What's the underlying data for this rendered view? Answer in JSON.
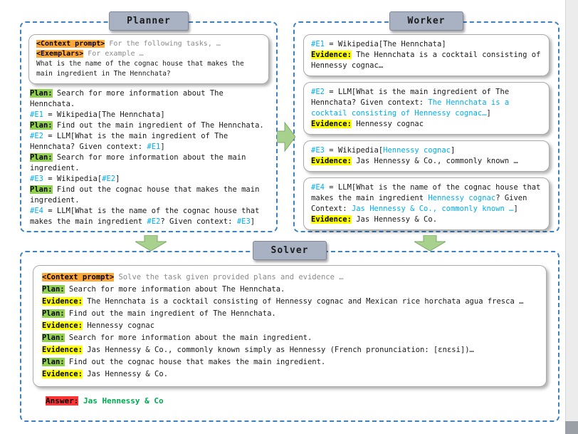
{
  "colors": {
    "border_blue": "#3B82C4",
    "title_bg": "#A9B2C3",
    "context_bg": "#FFA83A",
    "plan_bg": "#92D050",
    "evidence_bg": "#FFFF00",
    "evar_text": "#00AEEF",
    "answer_bg": "#FF3333",
    "answer_text": "#00A850",
    "arrow_green": "#A9D18E"
  },
  "planner": {
    "title": "Planner",
    "prompt_lines": [
      [
        {
          "text": "<Context prompt>",
          "style": "ctx"
        },
        {
          "text": " For the following tasks, …",
          "style": "muted"
        }
      ],
      [
        {
          "text": "<Exemplars>",
          "style": "ctx"
        },
        {
          "text": " For example …",
          "style": "muted"
        }
      ],
      [
        {
          "text": "What is the name of the cognac house that makes the main ingredient in The Hennchata?",
          "style": "q"
        }
      ]
    ],
    "body_lines": [
      [
        {
          "text": "Plan:",
          "style": "plan"
        },
        {
          "text": " Search for more information about The Hennchata.",
          "style": "plain"
        }
      ],
      [
        {
          "text": "#E1",
          "style": "evar"
        },
        {
          "text": " = Wikipedia[The Hennchata]",
          "style": "plain"
        }
      ],
      [
        {
          "text": "Plan:",
          "style": "plan"
        },
        {
          "text": " Find out the main ingredient of The Hennchata.",
          "style": "plain"
        }
      ],
      [
        {
          "text": "#E2",
          "style": "evar"
        },
        {
          "text": " = LLM[What is the main ingredient of The Hennchata? Given context: ",
          "style": "plain"
        },
        {
          "text": "#E1",
          "style": "evar"
        },
        {
          "text": "]",
          "style": "plain"
        }
      ],
      [
        {
          "text": "Plan:",
          "style": "plan"
        },
        {
          "text": " Search for more information about the main ingredient.",
          "style": "plain"
        }
      ],
      [
        {
          "text": "#E3",
          "style": "evar"
        },
        {
          "text": " = Wikipedia[",
          "style": "plain"
        },
        {
          "text": "#E2",
          "style": "evar"
        },
        {
          "text": "]",
          "style": "plain"
        }
      ],
      [
        {
          "text": "Plan:",
          "style": "plan"
        },
        {
          "text": " Find out the cognac house that makes the main ingredient.",
          "style": "plain"
        }
      ],
      [
        {
          "text": "#E4",
          "style": "evar"
        },
        {
          "text": " = LLM[What is the name of the cognac house that makes the main ingredient ",
          "style": "plain"
        },
        {
          "text": "#E2",
          "style": "evar"
        },
        {
          "text": "? Given context: ",
          "style": "plain"
        },
        {
          "text": "#E3",
          "style": "evar"
        },
        {
          "text": "]",
          "style": "plain"
        }
      ]
    ]
  },
  "worker": {
    "title": "Worker",
    "bubbles": [
      {
        "lines": [
          [
            {
              "text": "#E1",
              "style": "evar"
            },
            {
              "text": " = Wikipedia[The Hennchata]",
              "style": "plain"
            }
          ],
          [
            {
              "text": "Evidence:",
              "style": "ev"
            },
            {
              "text": " The Hennchata is a cocktail consisting of Hennessy cognac…",
              "style": "plain"
            }
          ]
        ]
      },
      {
        "lines": [
          [
            {
              "text": "#E2",
              "style": "evar"
            },
            {
              "text": " = LLM[What is the main ingredient of The Hennchata? Given context: ",
              "style": "plain"
            },
            {
              "text": "The Hennchata is a cocktail consisting of Hennessy cognac…",
              "style": "blue"
            },
            {
              "text": "]",
              "style": "plain"
            }
          ],
          [
            {
              "text": "Evidence:",
              "style": "ev"
            },
            {
              "text": " Hennessy cognac",
              "style": "plain"
            }
          ]
        ]
      },
      {
        "lines": [
          [
            {
              "text": "#E3",
              "style": "evar"
            },
            {
              "text": " = Wikipedia[",
              "style": "plain"
            },
            {
              "text": "Hennessy cognac",
              "style": "blue"
            },
            {
              "text": "]",
              "style": "plain"
            }
          ],
          [
            {
              "text": "Evidence:",
              "style": "ev"
            },
            {
              "text": " Jas Hennessy & Co., commonly known …",
              "style": "plain"
            }
          ]
        ]
      },
      {
        "lines": [
          [
            {
              "text": "#E4",
              "style": "evar"
            },
            {
              "text": " = LLM[What is the name of the cognac house that makes the main ingredient ",
              "style": "plain"
            },
            {
              "text": "Hennessy cognac",
              "style": "blue"
            },
            {
              "text": "? Given Context: ",
              "style": "plain"
            },
            {
              "text": "Jas Hennessy & Co., commonly known …",
              "style": "blue"
            },
            {
              "text": "]",
              "style": "plain"
            }
          ],
          [
            {
              "text": "Evidence:",
              "style": "ev"
            },
            {
              "text": " Jas Hennessy & Co.",
              "style": "plain"
            }
          ]
        ]
      }
    ]
  },
  "solver": {
    "title": "Solver",
    "bubble_lines": [
      [
        {
          "text": "<Context prompt>",
          "style": "ctx"
        },
        {
          "text": " Solve the task given provided plans and evidence …",
          "style": "muted"
        }
      ],
      [
        {
          "text": "Plan:",
          "style": "plan"
        },
        {
          "text": " Search for more information about The Hennchata.",
          "style": "plain"
        }
      ],
      [
        {
          "text": "Evidence:",
          "style": "ev"
        },
        {
          "text": " The Hennchata is a cocktail consisting of Hennessy cognac and Mexican rice horchata agua fresca …",
          "style": "plain"
        }
      ],
      [
        {
          "text": "Plan:",
          "style": "plan"
        },
        {
          "text": " Find out the main ingredient of The Hennchata.",
          "style": "plain"
        }
      ],
      [
        {
          "text": "Evidence:",
          "style": "ev"
        },
        {
          "text": " Hennessy cognac",
          "style": "plain"
        }
      ],
      [
        {
          "text": "Plan:",
          "style": "plan"
        },
        {
          "text": " Search for more information about the main ingredient.",
          "style": "plain"
        }
      ],
      [
        {
          "text": "Evidence:",
          "style": "ev"
        },
        {
          "text": " Jas Hennessy & Co., commonly known simply as Hennessy (French pronunciation: [ɛnɛsi])…",
          "style": "plain"
        }
      ],
      [
        {
          "text": "Plan:",
          "style": "plan"
        },
        {
          "text": " Find out the cognac house that makes the main ingredient.",
          "style": "plain"
        }
      ],
      [
        {
          "text": "Evidence:",
          "style": "ev"
        },
        {
          "text": " Jas Hennessy & Co.",
          "style": "plain"
        }
      ]
    ],
    "answer_lines": [
      [
        {
          "text": "Answer:",
          "style": "answer"
        },
        {
          "text": " Jas Hennessy & Co",
          "style": "green"
        }
      ]
    ]
  }
}
